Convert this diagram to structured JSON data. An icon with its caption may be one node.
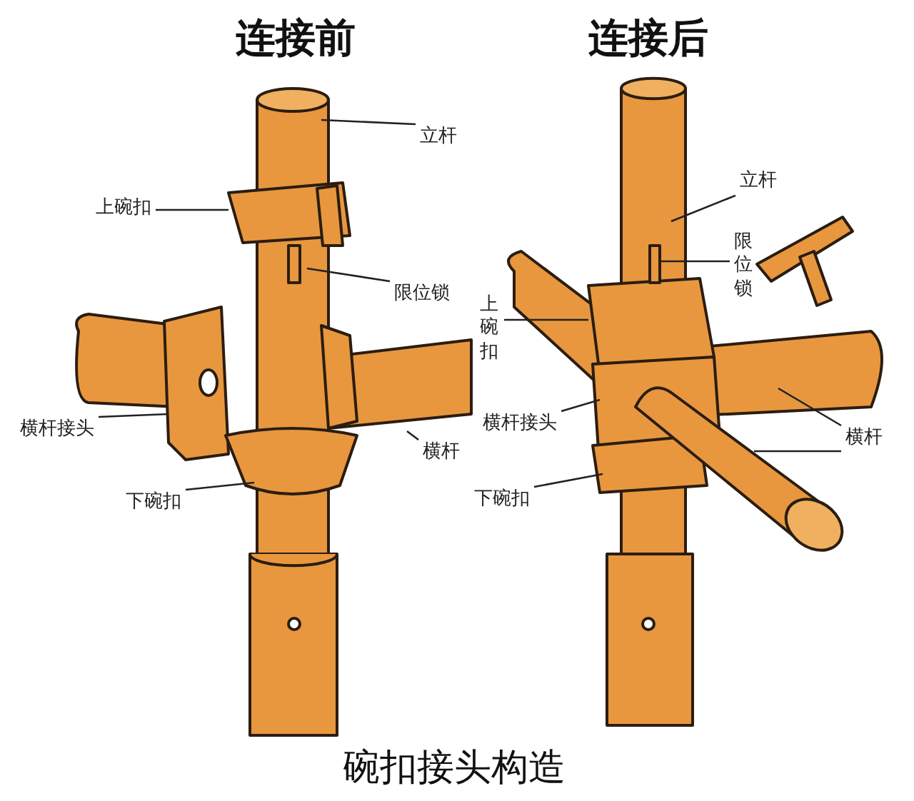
{
  "diagram": {
    "caption": "碗扣接头构造",
    "nodes": [
      {
        "text": [
          "立杆"
        ]
      },
      {
        "text": [
          "上碗扣"
        ]
      },
      {
        "text": [
          "限位锁"
        ]
      },
      {
        "text": [
          "横杆接头"
        ]
      },
      {
        "text": [
          "横杆"
        ]
      },
      {
        "text": [
          "下碗扣"
        ]
      },
      {
        "text": [
          "立杆"
        ]
      },
      {
        "text": [
          "限位锁"
        ]
      },
      {
        "text": [
          "上碗扣"
        ]
      },
      {
        "text": [
          "横杆接头"
        ]
      },
      {
        "text": [
          "横杆"
        ]
      },
      {
        "text": [
          "下碗扣"
        ]
      }
    ],
    "edges": [
      {
        "from": 0,
        "to": null,
        "arrow": "none"
      },
      {
        "from": 1,
        "to": null,
        "arrow": "none"
      },
      {
        "from": 2,
        "to": null,
        "arrow": "none"
      },
      {
        "from": 3,
        "to": null,
        "arrow": "none"
      },
      {
        "from": 4,
        "to": null,
        "arrow": "none"
      },
      {
        "from": 5,
        "to": null,
        "arrow": "none"
      },
      {
        "from": 6,
        "to": null,
        "arrow": "none"
      },
      {
        "from": 7,
        "to": null,
        "arrow": "none"
      },
      {
        "from": 8,
        "to": null,
        "arrow": "none"
      },
      {
        "from": 9,
        "to": null,
        "arrow": "none"
      },
      {
        "from": 10,
        "to": null,
        "arrow": "none"
      },
      {
        "from": 10,
        "to": null,
        "arrow": "none"
      },
      {
        "from": 11,
        "to": null,
        "arrow": "none"
      }
    ],
    "labels": [
      "连接前",
      "连接后"
    ]
  }
}
